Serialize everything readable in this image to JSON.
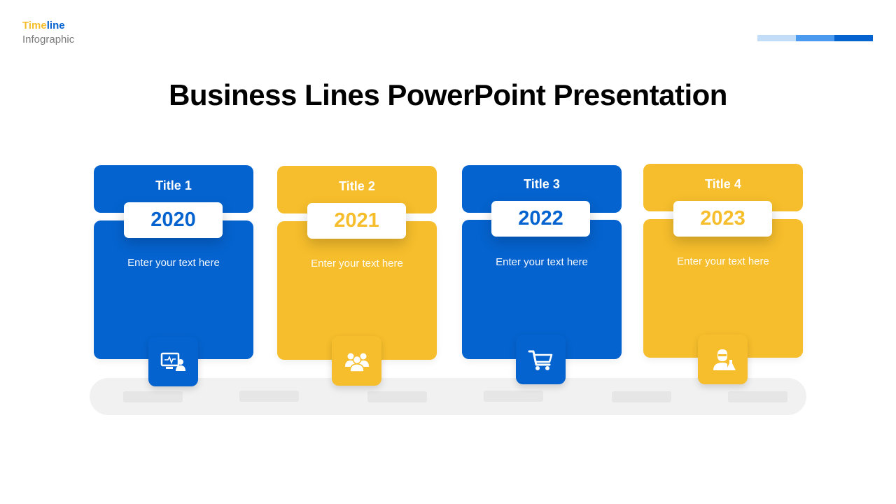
{
  "brand": {
    "word_part1": "Time",
    "word_part2": "line",
    "subtitle": "Infographic"
  },
  "colors": {
    "blue": "#0563cf",
    "yellow": "#f6be2c",
    "bar_light": "#c3dcf8",
    "bar_mid": "#4a9bef",
    "bar_dark": "#0563cf",
    "track": "#f1f1f1"
  },
  "header": {
    "title": "Business Lines PowerPoint Presentation"
  },
  "cards": [
    {
      "title": "Title 1",
      "year": "2020",
      "text": "Enter your text here",
      "icon": "monitor-support-icon",
      "color": "blue"
    },
    {
      "title": "Title 2",
      "year": "2021",
      "text": "Enter your text here",
      "icon": "team-group-icon",
      "color": "yellow"
    },
    {
      "title": "Title 3",
      "year": "2022",
      "text": "Enter your text here",
      "icon": "shopping-cart-icon",
      "color": "blue"
    },
    {
      "title": "Title 4",
      "year": "2023",
      "text": "Enter your text here",
      "icon": "scientist-icon",
      "color": "yellow"
    }
  ]
}
